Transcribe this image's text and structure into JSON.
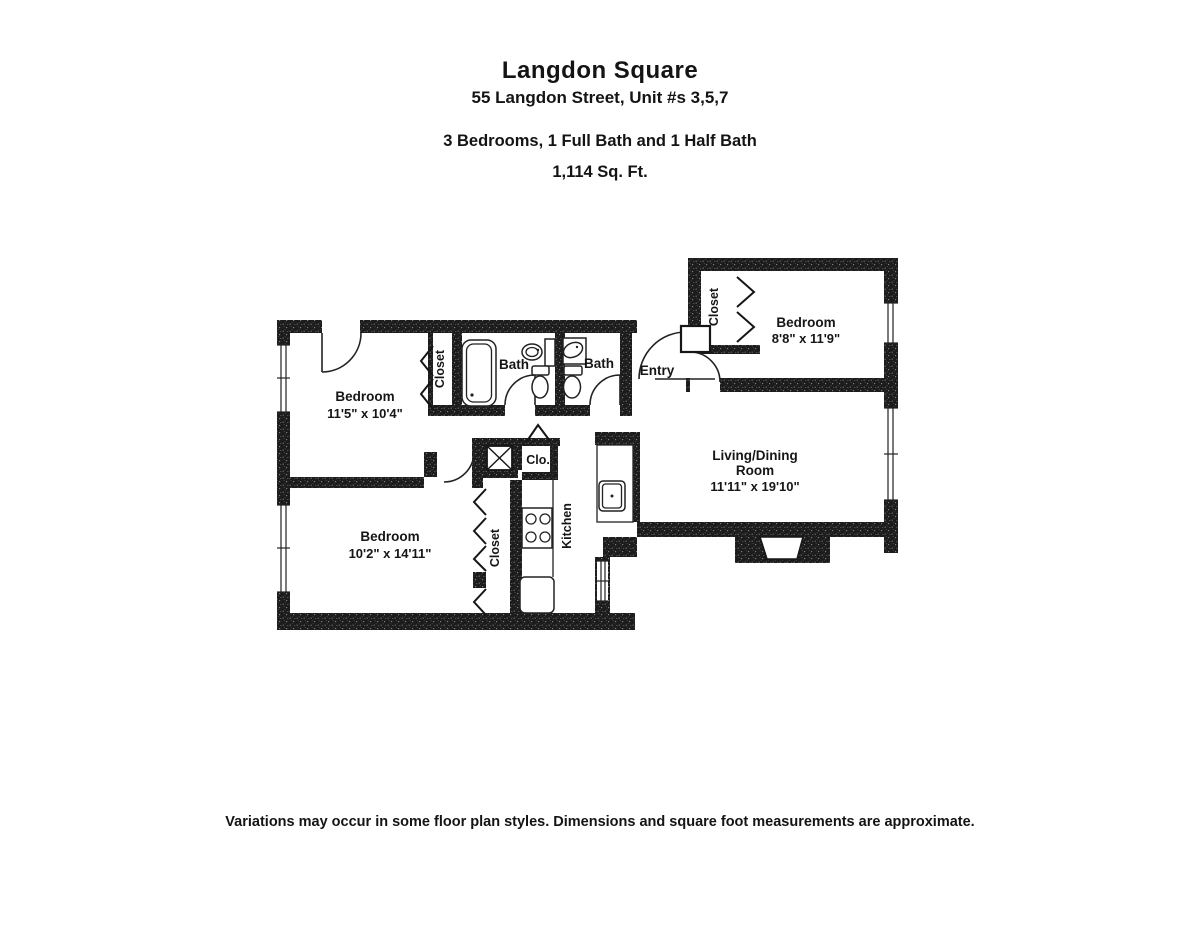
{
  "header": {
    "title": "Langdon Square",
    "address": "55 Langdon Street, Unit #s 3,5,7",
    "configuration": "3 Bedrooms, 1 Full Bath and 1 Half Bath",
    "square_footage": "1,114 Sq. Ft."
  },
  "plan": {
    "bedroom_top_right": {
      "label": "Bedroom",
      "dims": "8'8\" x 11'9\""
    },
    "bedroom_upper_left": {
      "label": "Bedroom",
      "dims": "11'5\" x 10'4\""
    },
    "bedroom_lower_left": {
      "label": "Bedroom",
      "dims": "10'2\" x 14'11\""
    },
    "living_dining": {
      "label_line1": "Living/Dining",
      "label_line2": "Room",
      "dims": "11'11\" x 19'10\""
    },
    "kitchen_label": "Kitchen",
    "bath_full_label": "Bath",
    "bath_half_label": "Bath",
    "entry_label": "Entry",
    "closet_top_right_label": "Closet",
    "closet_hall_label": "Closet",
    "closet_lower_label": "Closet",
    "closet_small_label": "Clo."
  },
  "footer": {
    "disclaimer": "Variations may occur in some floor plan styles. Dimensions and square foot measurements are approximate."
  }
}
